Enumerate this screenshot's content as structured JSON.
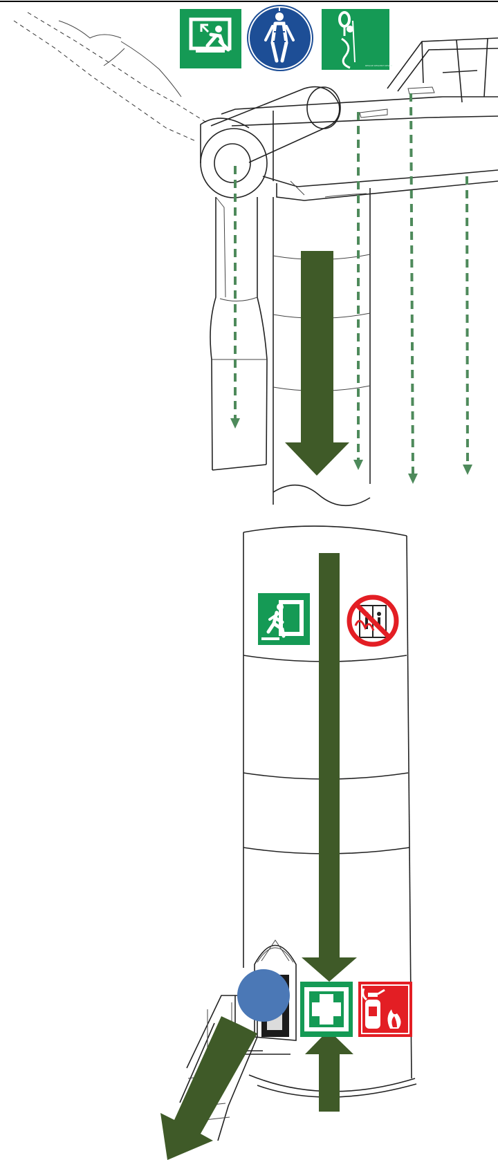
{
  "colors": {
    "arrow_dark_green": "#3f5a28",
    "route_green": "#4e8a5b",
    "sign_green": "#159a55",
    "sign_blue": "#1d4e96",
    "sign_red": "#e31e24",
    "assembly_point_blue": "#4b78b6"
  },
  "signs": {
    "top": [
      {
        "name": "emergency-exit-hatch-sign",
        "icon": "person-through-hatch-icon",
        "text": ""
      },
      {
        "name": "wear-safety-harness-sign",
        "icon": "safety-harness-icon",
        "text": ""
      },
      {
        "name": "rescue-descent-device-sign",
        "icon": "descent-device-icon",
        "text": "RESCUE DESCENT DEVICE"
      }
    ],
    "tower": [
      {
        "name": "emergency-exit-sign",
        "icon": "running-person-exit-icon"
      },
      {
        "name": "no-lift-in-fire-sign",
        "icon": "no-elevator-icon"
      }
    ],
    "base": [
      {
        "name": "first-aid-sign",
        "icon": "first-aid-cross-icon"
      },
      {
        "name": "fire-extinguisher-sign",
        "icon": "fire-extinguisher-icon"
      }
    ]
  },
  "arrows": [
    {
      "name": "main-descent-arrow",
      "direction": "down"
    },
    {
      "name": "tower-descent-arrow",
      "direction": "down"
    },
    {
      "name": "base-entry-arrow",
      "direction": "up"
    },
    {
      "name": "exit-stairs-arrow",
      "direction": "down-left"
    }
  ],
  "escape_routes": [
    {
      "name": "hub-escape-route",
      "direction": "down"
    },
    {
      "name": "nacelle-escape-route-1",
      "direction": "down"
    },
    {
      "name": "nacelle-escape-route-2",
      "direction": "down"
    },
    {
      "name": "nacelle-escape-route-3",
      "direction": "down"
    }
  ]
}
